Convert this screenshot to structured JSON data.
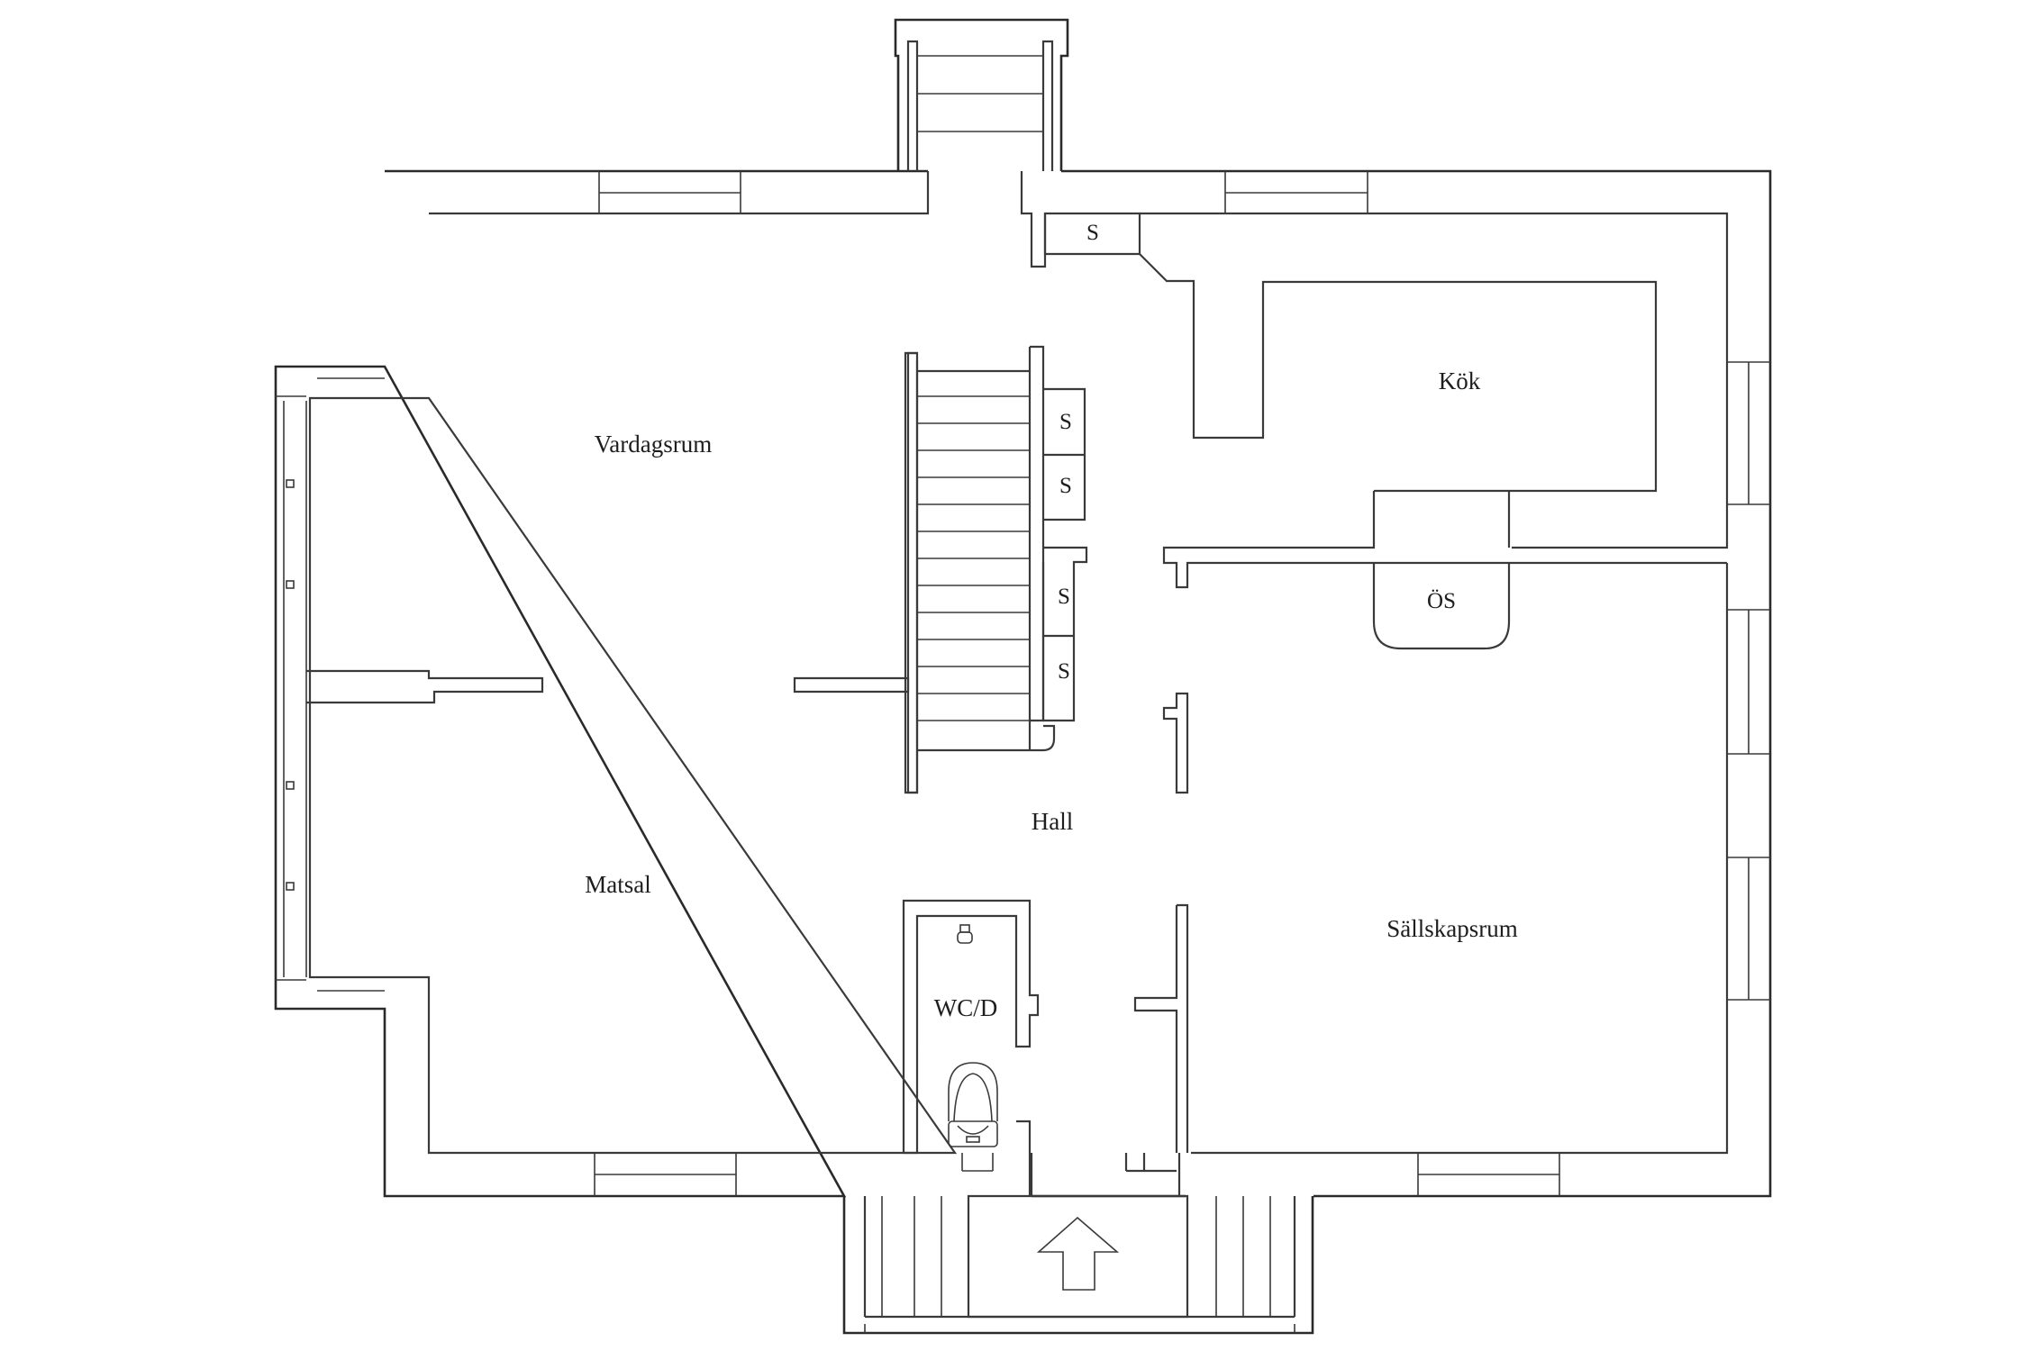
{
  "rooms": {
    "vardagsrum": "Vardagsrum",
    "kok": "Kök",
    "matsal": "Matsal",
    "hall": "Hall",
    "sallskapsrum": "Sällskapsrum",
    "wc": "WC/D",
    "os": "ÖS"
  },
  "closets": {
    "top": "S",
    "stair_1": "S",
    "stair_2": "S",
    "stair_3": "S",
    "stair_4": "S"
  },
  "colors": {
    "line": "#3a3a3a",
    "background": "#ffffff"
  },
  "icons": {
    "entrance": "up-arrow-icon",
    "toilet": "toilet-icon",
    "sink": "sink-icon"
  }
}
